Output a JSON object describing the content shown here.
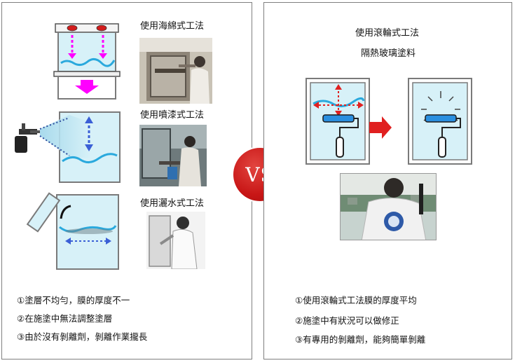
{
  "left": {
    "method_sponge": "使用海綿式工法",
    "method_spray": "使用噴漆式工法",
    "method_pour": "使用灑水式工法",
    "notes": [
      "①塗層不均勻，膜的厚度不一",
      "②在施塗中無法調整塗層",
      "③由於沒有剝離劑，剝離作業攏長"
    ]
  },
  "vs": "VS",
  "right": {
    "title_line1": "使用滾輪式工法",
    "title_line2": "隔熱玻璃塗料",
    "notes": [
      "①使用滾輪式工法膜的厚度平均",
      "②施塗中有狀況可以做修正",
      "③有專用的剝離劑，能夠簡單剝離"
    ]
  },
  "colors": {
    "glass": "#d7f1f8",
    "coating": "#33b8e6",
    "arrow_magenta": "#ff00ff",
    "arrow_blue": "#3a5fd6",
    "arrow_red": "#e02020",
    "vs_red": "#c81616"
  }
}
